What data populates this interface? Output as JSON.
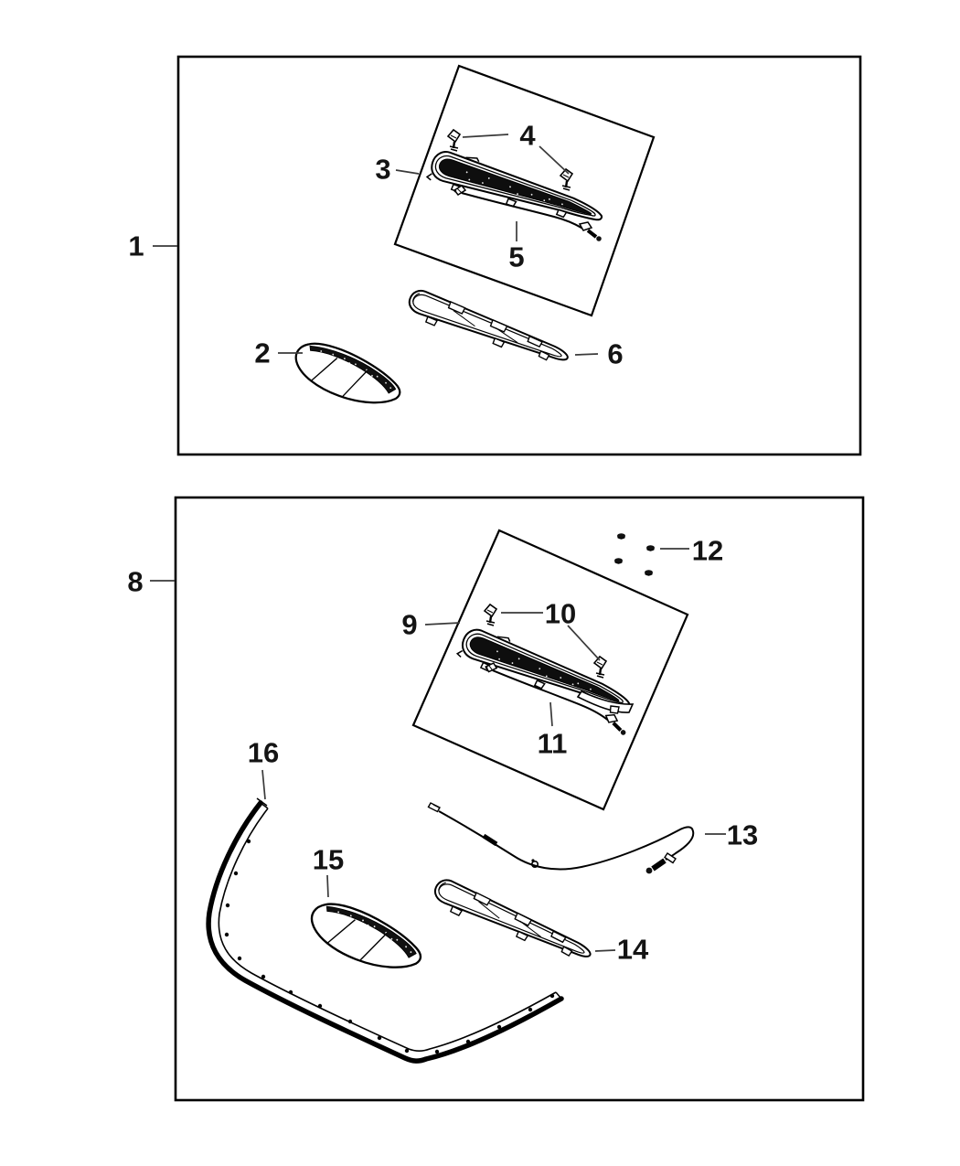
{
  "diagram": {
    "kind": "exploded-parts-diagram",
    "colors": {
      "background": "#ffffff",
      "line": "#000000",
      "fill_dark": "#111111"
    }
  },
  "callouts": [
    {
      "number": "1"
    },
    {
      "number": "2"
    },
    {
      "number": "3"
    },
    {
      "number": "4"
    },
    {
      "number": "5"
    },
    {
      "number": "6"
    },
    {
      "number": "8"
    },
    {
      "number": "9"
    },
    {
      "number": "10"
    },
    {
      "number": "11"
    },
    {
      "number": "12"
    },
    {
      "number": "13"
    },
    {
      "number": "14"
    },
    {
      "number": "15"
    },
    {
      "number": "16"
    }
  ]
}
